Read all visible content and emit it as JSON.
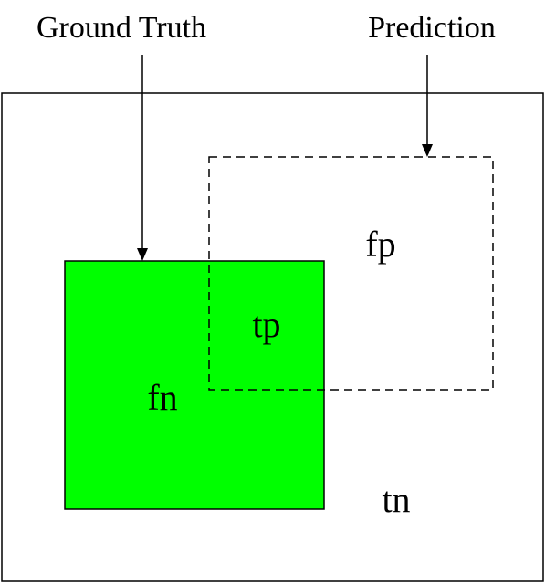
{
  "labels": {
    "ground_truth": "Ground Truth",
    "prediction": "Prediction"
  },
  "regions": {
    "fp": "fp",
    "tp": "tp",
    "fn": "fn",
    "tn": "tn"
  },
  "colors": {
    "ground_truth_fill": "#00ff00",
    "stroke": "#000000",
    "background": "#ffffff"
  }
}
